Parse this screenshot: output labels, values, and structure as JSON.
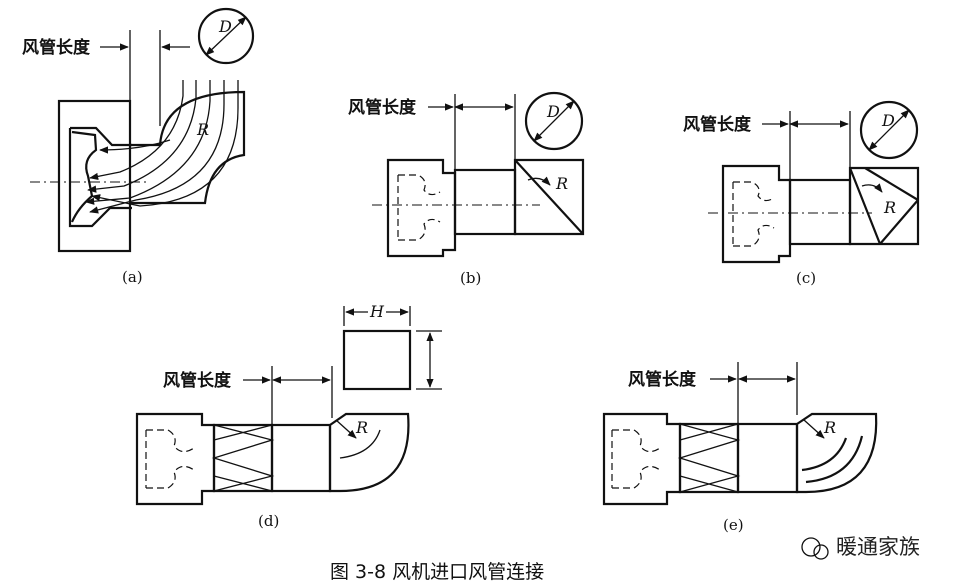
{
  "figure": {
    "caption": "图 3-8   风机进口风管连接",
    "watermark": "暖通家族"
  },
  "labels": {
    "duct_length": "风管长度",
    "d_symbol": "D",
    "r_symbol": "R",
    "h_symbol": "H"
  },
  "subfigures": [
    {
      "id": "a",
      "caption": "(a)"
    },
    {
      "id": "b",
      "caption": "(b)"
    },
    {
      "id": "c",
      "caption": "(c)"
    },
    {
      "id": "d",
      "caption": "(d)"
    },
    {
      "id": "e",
      "caption": "(e)"
    }
  ]
}
